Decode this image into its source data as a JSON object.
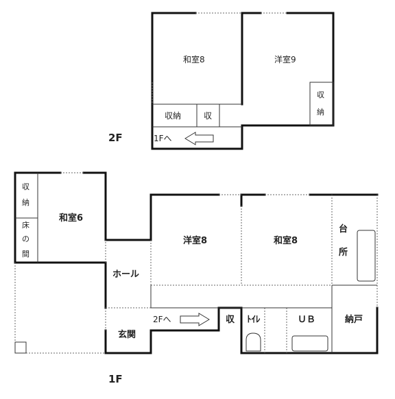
{
  "floor_labels": {
    "second": "2F",
    "first": "1F"
  },
  "second_floor": {
    "washitsu8": "和室8",
    "youshitsu9": "洋室9",
    "closet_right": [
      "収",
      "納"
    ],
    "closet_left": "収納",
    "closet_small": "収",
    "stairs": "1Fへ"
  },
  "first_floor": {
    "washitsu6": "和室6",
    "closet_left": [
      "収",
      "納"
    ],
    "tokonoma": [
      "床",
      "の",
      "間"
    ],
    "hall": "ホール",
    "youshitsu8": "洋室8",
    "washitsu8": "和室8",
    "kitchen": [
      "台",
      "所"
    ],
    "stairs": "2Fへ",
    "closet_small": "収",
    "toilet": "ﾄｲﾚ",
    "bath": "ＵＢ",
    "storage": "納戸",
    "entrance": "玄関"
  }
}
